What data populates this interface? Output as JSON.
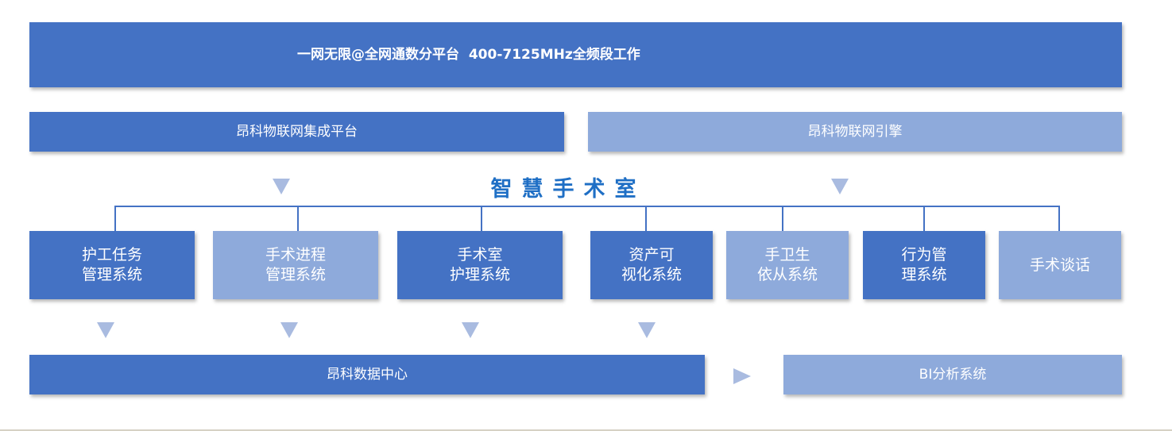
{
  "header": {
    "title": "一网无限@全网通数分平台  400-7125MHz全频段工作"
  },
  "platforms": {
    "left": "昂科物联网集成平台",
    "right": "昂科物联网引擎"
  },
  "center_title": "智慧手术室",
  "systems": [
    {
      "line1": "护工任务",
      "line2": "管理系统"
    },
    {
      "line1": "手术进程",
      "line2": "管理系统"
    },
    {
      "line1": "手术室",
      "line2": "护理系统"
    },
    {
      "line1": "资产可",
      "line2": "视化系统"
    },
    {
      "line1": "手卫生",
      "line2": "依从系统"
    },
    {
      "line1": "行为管",
      "line2": "理系统"
    },
    {
      "line1": "手术谈话",
      "line2": ""
    }
  ],
  "data_center": "昂科数据中心",
  "bi_system": "BI分析系统",
  "colors": {
    "dark_box": "#4472c4",
    "light_box": "#8eaadb",
    "title_text": "#1f6fc5",
    "arrow": "#a9bbe0"
  }
}
